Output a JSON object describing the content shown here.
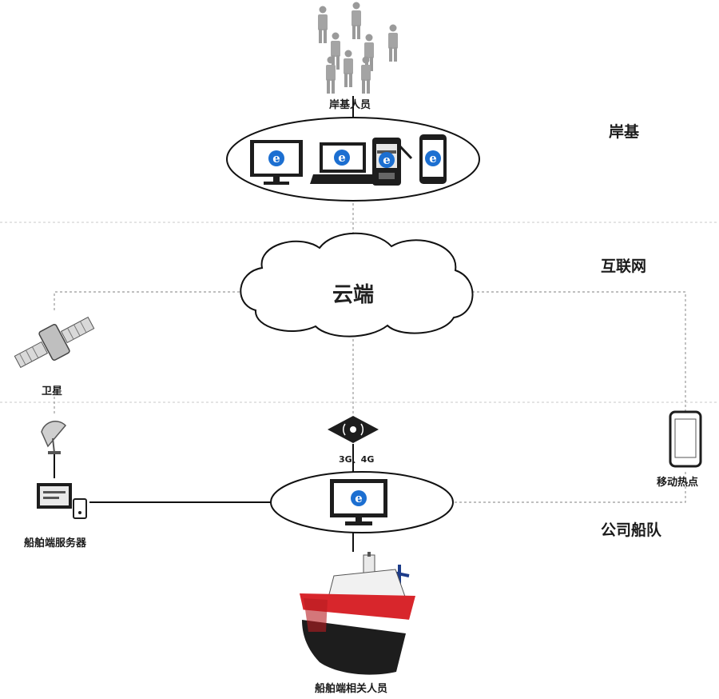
{
  "zones": {
    "shore": "岸基",
    "internet": "互联网",
    "fleet": "公司船队"
  },
  "nodes": {
    "shore_staff": "岸基人员",
    "cloud": "云端",
    "satellite": "卫星",
    "network": "3G、4G",
    "hotspot": "移动热点",
    "ship_server": "船舶端服务器",
    "ship_staff": "船舶端相关人员"
  },
  "icons": {
    "people": "people-group-icon",
    "monitor": "monitor-browser-icon",
    "laptop": "laptop-browser-icon",
    "pda": "pda-device-icon",
    "phone": "smartphone-browser-icon",
    "satellite": "satellite-icon",
    "dish": "satellite-dish-icon",
    "tower": "cell-tower-icon",
    "hotspot": "mobile-phone-icon",
    "server": "server-icon",
    "ship": "ship-icon"
  },
  "colors": {
    "browser": "#1c6fd1",
    "hull_red": "#d8262c",
    "hull_black": "#1d1d1d",
    "line": "#999999"
  }
}
